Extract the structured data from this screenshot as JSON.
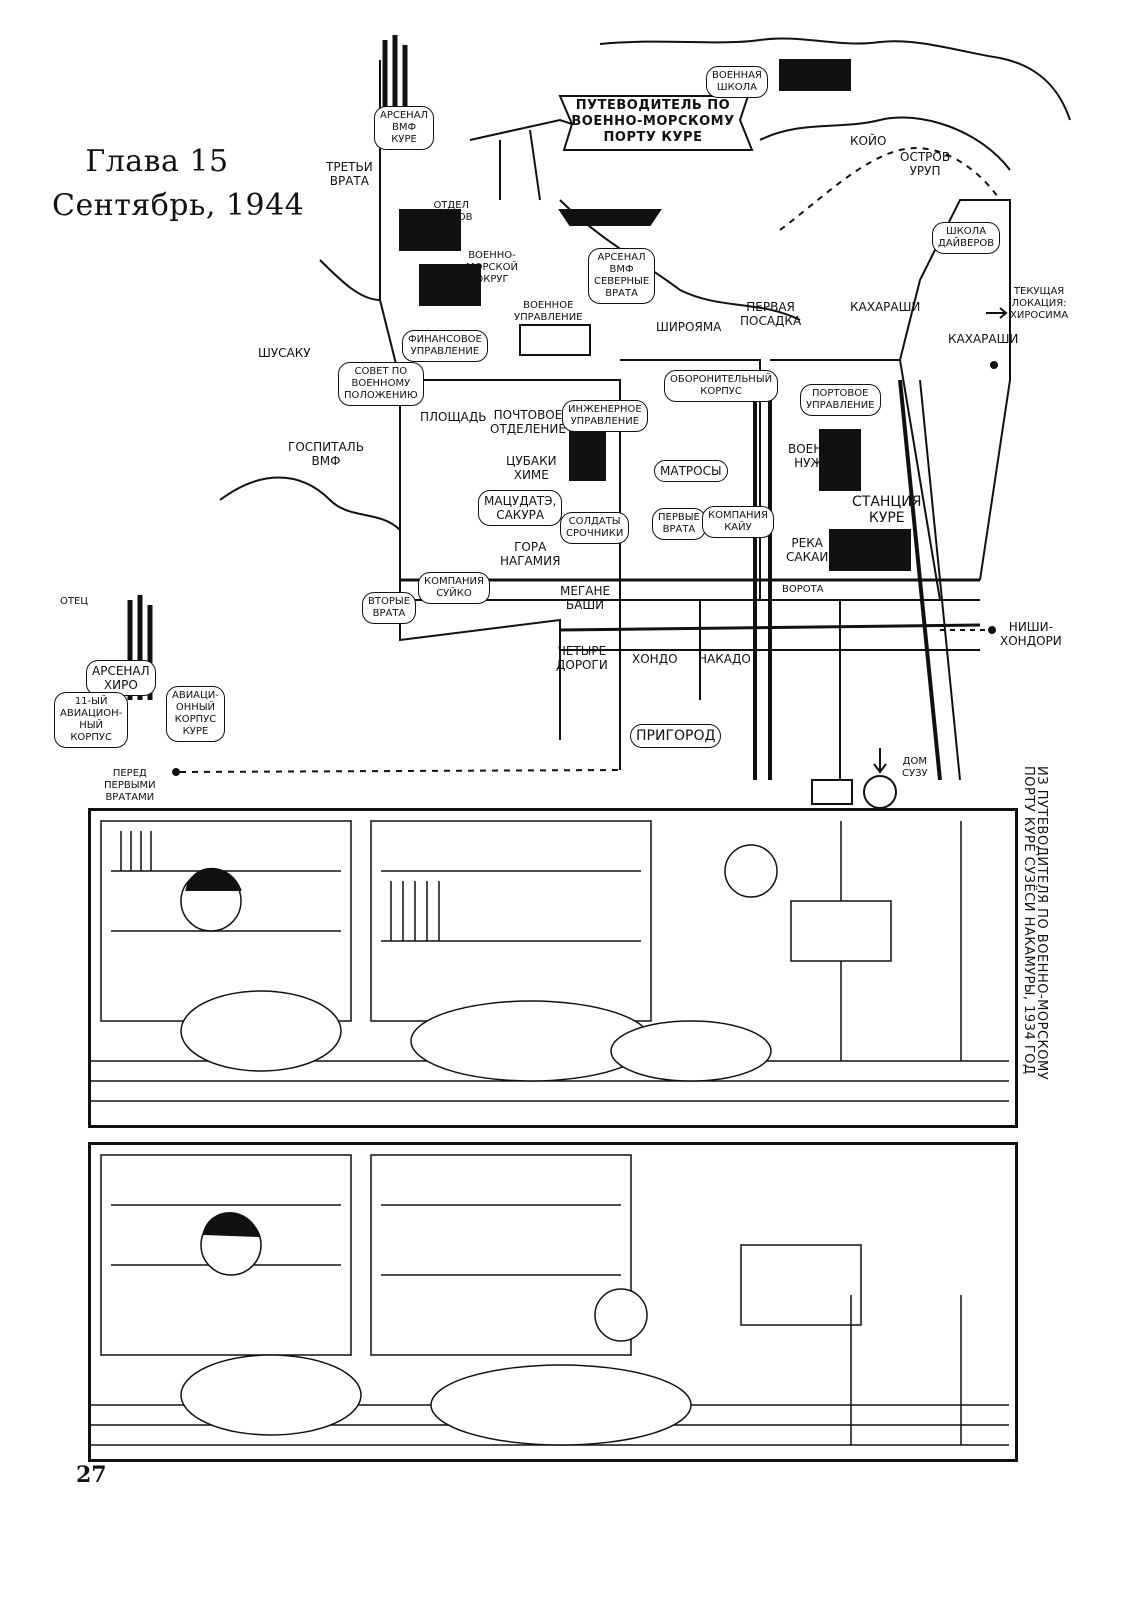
{
  "chapter": {
    "title": "Глава 15",
    "date": "Сентябрь, 1944"
  },
  "map": {
    "title_lines": [
      "ПУТЕВОДИТЕЛЬ ПО",
      "ВОЕННО-МОРСКОМУ",
      "ПОРТУ КУРЕ"
    ],
    "labels": {
      "military_school": [
        "ВОЕННАЯ",
        "ШКОЛА"
      ],
      "koyo": [
        "КОЙО"
      ],
      "urup": [
        "ОСТРОВ",
        "УРУП"
      ],
      "navy_arsenal": [
        "АРСЕНАЛ",
        "ВМФ",
        "КУРЕ"
      ],
      "third_gate": [
        "ТРЕТЬИ",
        "ВРАТА"
      ],
      "personnel": [
        "ОТДЕЛ",
        "КАДРОВ"
      ],
      "naval_district": [
        "ВОЕННО-",
        "МОРСКОЙ",
        "ОКРУГ"
      ],
      "arsenal_north_gate": [
        "АРСЕНАЛ",
        "ВМФ",
        "СЕВЕРНЫЕ",
        "ВРАТА"
      ],
      "divers_school": [
        "ШКОЛА",
        "ДАЙВЕРОВ"
      ],
      "current_location": [
        "ТЕКУЩАЯ",
        "ЛОКАЦИЯ:",
        "ХИРОСИМА"
      ],
      "military_admin": [
        "ВОЕННОЕ",
        "УПРАВЛЕНИЕ"
      ],
      "financial_admin": [
        "ФИНАНСОВОЕ",
        "УПРАВЛЕНИЕ"
      ],
      "shiroyama": [
        "ШИРОЯМА"
      ],
      "first_landing": [
        "ПЕРВАЯ",
        "ПОСАДКА"
      ],
      "kaharashi_top": [
        "КАХАРАШИ"
      ],
      "kaharashi_right": [
        "КАХАРАШИ"
      ],
      "shusaku": [
        "ШУСАКУ"
      ],
      "military_council": [
        "СОВЕТ ПО",
        "ВОЕННОМУ",
        "ПОЛОЖЕНИЮ"
      ],
      "defense_corps": [
        "ОБОРОНИТЕЛЬНЫЙ",
        "КОРПУС"
      ],
      "port_admin": [
        "ПОРТОВОЕ",
        "УПРАВЛЕНИЕ"
      ],
      "square": [
        "ПЛОЩАДЬ"
      ],
      "post_office": [
        "ПОЧТОВОЕ",
        "ОТДЕЛЕНИЕ"
      ],
      "engineering_admin": [
        "ИНЖЕНЕРНОЕ",
        "УПРАВЛЕНИЕ"
      ],
      "navy_hospital": [
        "ГОСПИТАЛЬ",
        "ВМФ"
      ],
      "tsubaki": [
        "ЦУБАКИ",
        "ХИМЕ"
      ],
      "sailors": [
        "МАТРОСЫ"
      ],
      "military_needs": [
        "ВОЕННЫЕ",
        "НУЖДЫ"
      ],
      "matsudate": [
        "МАЦУДАТЭ,",
        "САКУРА"
      ],
      "conscripts": [
        "СОЛДАТЫ",
        "СРОЧНИКИ"
      ],
      "first_gate": [
        "ПЕРВЫЕ",
        "ВРАТА"
      ],
      "kaiyu": [
        "КОМПАНИЯ",
        "КАЙУ"
      ],
      "kure_station": [
        "СТАНЦИЯ",
        "КУРЕ"
      ],
      "nagamia": [
        "ГОРА",
        "НАГАМИЯ"
      ],
      "sakai": [
        "РЕКА",
        "САКАИ"
      ],
      "suiko": [
        "КОМПАНИЯ",
        "СУЙКО"
      ],
      "second_gate": [
        "ВТОРЫЕ",
        "ВРАТА"
      ],
      "megane": [
        "МЕГАНЕ",
        "БАШИ"
      ],
      "gate": [
        "ВОРОТА"
      ],
      "nishi": [
        "НИШИ-",
        "ХОНДОРИ"
      ],
      "father": [
        "ОТЕЦ"
      ],
      "four_roads": [
        "ЧЕТЫРЕ",
        "ДОРОГИ"
      ],
      "hondo": [
        "ХОНДО"
      ],
      "nakado": [
        "НАКАДО"
      ],
      "hiro_arsenal": [
        "АРСЕНАЛ",
        "ХИРО"
      ],
      "first_aviation": [
        "11-ЫЙ",
        "АВИАЦИОН-",
        "НЫЙ",
        "КОРПУС"
      ],
      "aviation_corps": [
        "АВИАЦИ-",
        "ОННЫЙ",
        "КОРПУС",
        "КУРЕ"
      ],
      "suburb": [
        "ПРИГОРОД"
      ],
      "suzu_house": [
        "ДОМ",
        "СУЗУ"
      ],
      "before_first_gate": [
        "ПЕРЕД",
        "ПЕРВЫМИ",
        "ВРАТАМИ"
      ]
    }
  },
  "caption": {
    "lines": [
      "ИЗ ПУТЕВОДИТЕЛЯ ПО ВОЕННО-МОРСКОМУ",
      "ПОРТУ КУРЕ СУЗЁСИ НАКАМУРЫ, 1934 ГОД"
    ]
  },
  "page_number": "27"
}
